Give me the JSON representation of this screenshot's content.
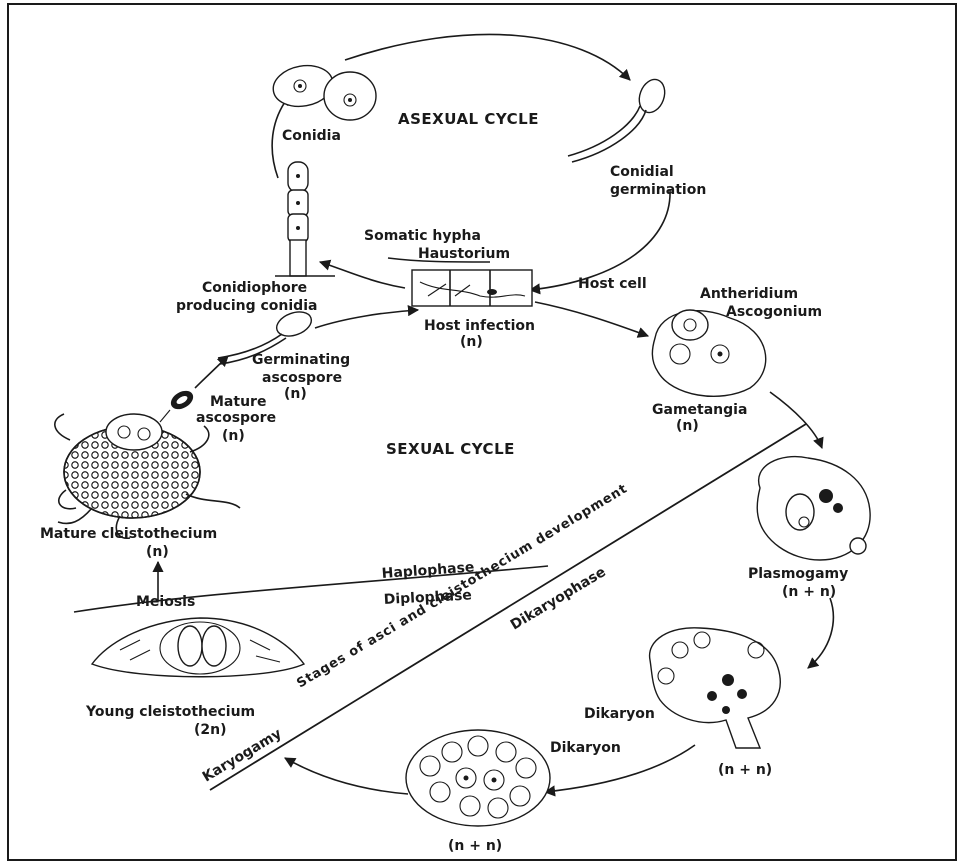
{
  "cycles": {
    "asexual": "ASEXUAL CYCLE",
    "sexual": "SEXUAL CYCLE"
  },
  "stages": {
    "conidia": "Conidia",
    "conidial_germination_1": "Conidial",
    "conidial_germination_2": "germination",
    "somatic_hypha": "Somatic hypha",
    "haustorium": "Haustorium",
    "host_cell": "Host cell",
    "host_infection": "Host infection",
    "host_infection_ploidy": "(n)",
    "conidiophore_1": "Conidiophore",
    "conidiophore_2": "producing conidia",
    "antheridium": "Antheridium",
    "ascogonium": "Ascogonium",
    "gametangia": "Gametangia",
    "gametangia_ploidy": "(n)",
    "germinating_ascospore_1": "Germinating",
    "germinating_ascospore_2": "ascospore",
    "germinating_ascospore_ploidy": "(n)",
    "mature_ascospore_1": "Mature",
    "mature_ascospore_2": "ascospore",
    "mature_ascospore_ploidy": "(n)",
    "mature_cleistothecium": "Mature cleistothecium",
    "mature_cleistothecium_ploidy": "(n)",
    "plasmogamy": "Plasmogamy",
    "plasmogamy_ploidy": "(n + n)",
    "meiosis": "Meiosis",
    "haplophase": "Haplophase",
    "diplophase": "Diplophase",
    "dikaryophase": "Dikaryophase",
    "asci_development": "Stages of asci and cleistothecium development",
    "young_cleistothecium": "Young cleistothecium",
    "young_cleistothecium_ploidy": "(2n)",
    "karyogamy": "Karyogamy",
    "dikaryon_1": "Dikaryon",
    "dikaryon_1_ploidy": "(n + n)",
    "dikaryon_2": "Dikaryon",
    "dikaryon_2_ploidy": "(n + n)"
  }
}
